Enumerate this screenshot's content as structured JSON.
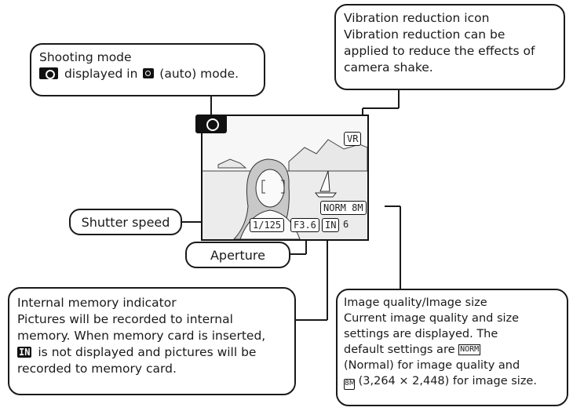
{
  "callouts": {
    "shooting_mode": {
      "title": "Shooting mode",
      "text": " displayed in ",
      "text_after": " (auto) mode."
    },
    "vibration": {
      "lines": [
        "Vibration reduction icon",
        "Vibration reduction can be",
        "applied to reduce the effects of",
        "camera shake."
      ]
    },
    "shutter": {
      "label": "Shutter speed"
    },
    "aperture": {
      "label": "Aperture"
    },
    "internal_memory": {
      "lines": [
        "Internal memory indicator",
        "Pictures will be recorded to internal",
        "memory. When memory card is inserted,"
      ],
      "line4_after": " is not displayed and pictures will be",
      "line5": "recorded to memory card."
    },
    "image_quality": {
      "lines": [
        "Image quality/Image size",
        "Current image quality and size",
        "settings are displayed. The"
      ],
      "line4_before": "default settings are ",
      "line5": "(Normal) for image quality and",
      "line6_after": " (3,264 × 2,448) for image size."
    }
  },
  "screen": {
    "shutter_value": "1/125",
    "aperture_value": "F3.6",
    "quality_value": "NORM",
    "size_value": "8M",
    "memory_icon": "IN",
    "frames_remaining": "6",
    "vr_value": "VR"
  },
  "icons": {
    "mode": "camera-icon",
    "internal_memory": "internal-memory-icon",
    "norm": "norm-quality-icon",
    "size": "image-size-icon"
  }
}
